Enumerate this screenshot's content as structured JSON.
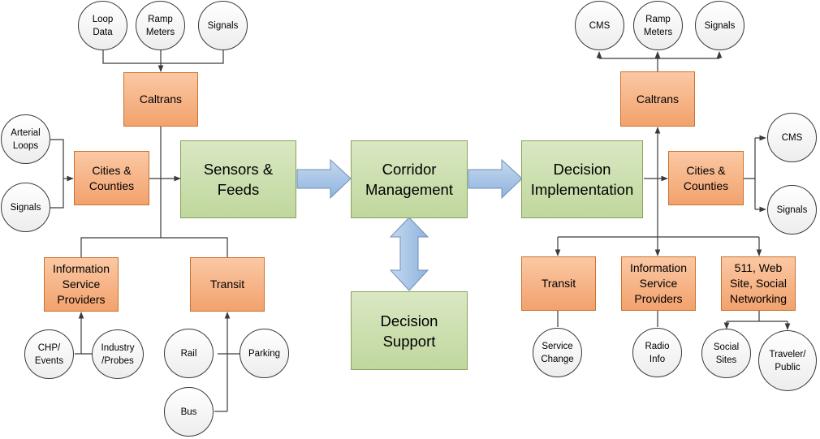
{
  "colors": {
    "orange_fill": "#f5a978",
    "green_fill": "#c9dda9",
    "block_arrow_fill": "#8fb4de",
    "connector": "#3a3a3a"
  },
  "center": {
    "sensors_feeds": "Sensors &\nFeeds",
    "corridor_management": "Corridor\nManagement",
    "decision_implementation": "Decision\nImplementation",
    "decision_support": "Decision\nSupport"
  },
  "inputs": {
    "caltrans": "Caltrans",
    "cities_counties": "Cities &\nCounties",
    "isp": "Information\nService\nProviders",
    "transit": "Transit",
    "loop_data": "Loop\nData",
    "ramp_meters": "Ramp\nMeters",
    "signals_top": "Signals",
    "arterial_loops": "Arterial\nLoops",
    "signals_left": "Signals",
    "chp_events": "CHP/\nEvents",
    "industry_probes": "Industry\n/Probes",
    "rail": "Rail",
    "parking": "Parking",
    "bus": "Bus"
  },
  "outputs": {
    "caltrans": "Caltrans",
    "cities_counties": "Cities &\nCounties",
    "transit": "Transit",
    "isp": "Information\nService\nProviders",
    "web511": "511, Web\nSite, Social\nNetworking",
    "cms_top": "CMS",
    "ramp_meters": "Ramp\nMeters",
    "signals_top": "Signals",
    "cms_right": "CMS",
    "signals_right": "Signals",
    "service_change": "Service\nChange",
    "radio_info": "Radio\nInfo",
    "social_sites": "Social\nSites",
    "traveler_public": "Traveler/\nPublic"
  }
}
